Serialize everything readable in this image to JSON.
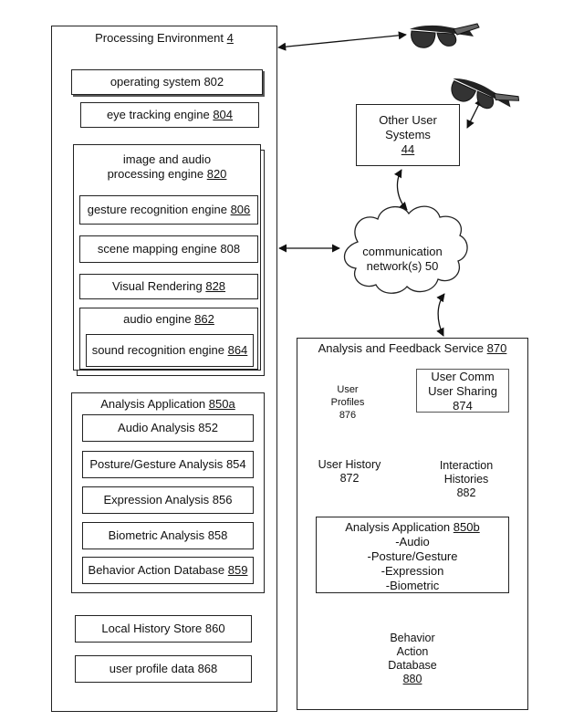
{
  "processing_env": {
    "title": "Processing Environment",
    "num": "4"
  },
  "os": {
    "label": "operating system",
    "num": "802"
  },
  "eye_tracking": {
    "label": "eye tracking engine",
    "num": "804"
  },
  "image_audio": {
    "line1": "image and audio",
    "line2": "processing engine",
    "num": "820"
  },
  "gesture": {
    "label": "gesture recognition engine",
    "num": "806"
  },
  "scene": {
    "label": "scene mapping engine",
    "num": "808"
  },
  "visual": {
    "label": "Visual Rendering",
    "num": "828"
  },
  "audio_engine": {
    "label": "audio engine",
    "num": "862"
  },
  "sound": {
    "label": "sound recognition engine",
    "num": "864"
  },
  "analysis_app_a": {
    "label": "Analysis Application",
    "num": "850a"
  },
  "audio_analysis": {
    "label": "Audio Analysis",
    "num": "852"
  },
  "posture_analysis": {
    "label": "Posture/Gesture Analysis",
    "num": "854"
  },
  "expression_analysis": {
    "label": "Expression Analysis",
    "num": "856"
  },
  "biometric_analysis": {
    "label": "Biometric Analysis",
    "num": "858"
  },
  "behavior_db_a": {
    "label": "Behavior Action Database",
    "num": "859"
  },
  "local_history": {
    "label": "Local History Store",
    "num": "860"
  },
  "user_profile": {
    "label": "user profile data",
    "num": "868"
  },
  "other_user": {
    "line1": "Other User",
    "line2": "Systems",
    "num": "44"
  },
  "network": {
    "line1": "communication",
    "line2": "network(s)",
    "num": "50"
  },
  "service": {
    "label": "Analysis and Feedback Service",
    "num": "870"
  },
  "user_profiles": {
    "line1": "User",
    "line2": "Profiles",
    "num": "876"
  },
  "user_comm": {
    "line1": "User Comm",
    "line2": "User Sharing",
    "num": "874"
  },
  "user_history": {
    "line1": "User History",
    "num": "872"
  },
  "interaction": {
    "line1": "Interaction",
    "line2": "Histories",
    "num": "882"
  },
  "analysis_app_b": {
    "label": "Analysis Application",
    "num": "850b",
    "items": [
      "-Audio",
      "-Posture/Gesture",
      "-Expression",
      "-Biometric"
    ]
  },
  "behavior_db_b": {
    "line1": "Behavior",
    "line2": "Action",
    "line3": "Database",
    "num": "880"
  }
}
